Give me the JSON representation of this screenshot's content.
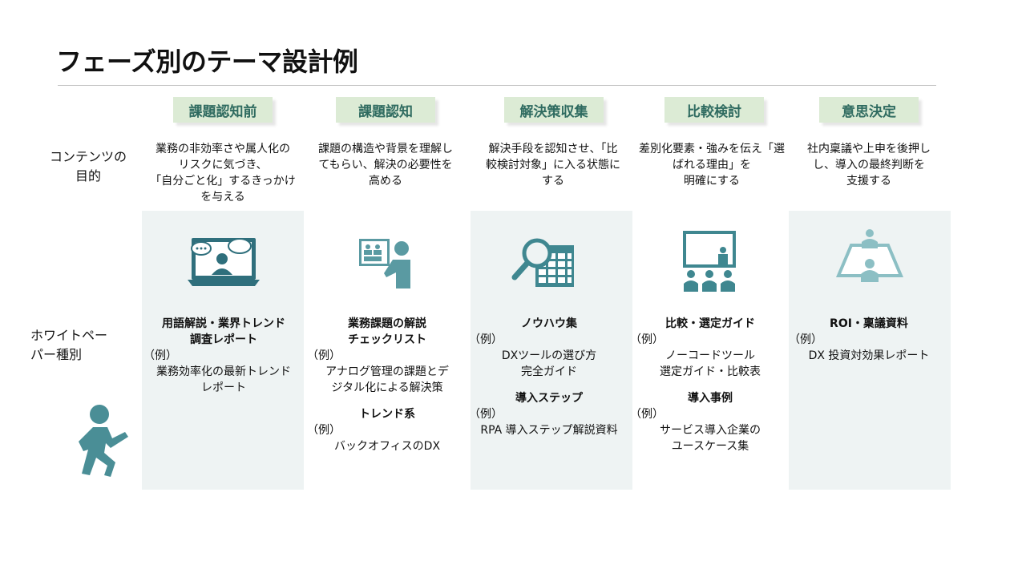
{
  "title": "フェーズ別のテーマ設計例",
  "row_labels": {
    "purpose": [
      "コンテンツの",
      "目的"
    ],
    "whitepaper": [
      "ホワイトペー",
      "パー種別"
    ]
  },
  "example_prefix": "（例）",
  "phases": [
    {
      "name": "課題認知前",
      "purpose": [
        "業務の非効率さや属人化の",
        "リスクに気づき、",
        "「自分ごと化」するきっかけ",
        "を与える"
      ],
      "items": [
        {
          "heading": [
            "用語解説・業界トレンド",
            "調査レポート"
          ],
          "example": [
            "業務効率化の最新トレンド",
            "レポート"
          ]
        }
      ]
    },
    {
      "name": "課題認知",
      "purpose": [
        "課題の構造や背景を理解し",
        "てもらい、解決の必要性を",
        "高める"
      ],
      "items": [
        {
          "heading": [
            "業務課題の解説",
            "チェックリスト"
          ],
          "example": [
            "アナログ管理の課題とデ",
            "ジタル化による解決策"
          ]
        },
        {
          "heading": [
            "トレンド系"
          ],
          "example": [
            "バックオフィスのDX"
          ]
        }
      ]
    },
    {
      "name": "解決策収集",
      "purpose": [
        "解決手段を認知させ、「比",
        "較検討対象」に入る状態に",
        "する"
      ],
      "items": [
        {
          "heading": [
            "ノウハウ集"
          ],
          "example": [
            "DXツールの選び方",
            "完全ガイド"
          ]
        },
        {
          "heading": [
            "導入ステップ"
          ],
          "example": [
            "RPA 導入ステップ解説資料"
          ]
        }
      ]
    },
    {
      "name": "比較検討",
      "purpose": [
        "差別化要素・強みを伝え「選",
        "ばれる理由」を",
        "明確にする"
      ],
      "items": [
        {
          "heading": [
            "比較・選定ガイド"
          ],
          "example": [
            "ノーコードツール",
            "選定ガイド・比較表"
          ]
        },
        {
          "heading": [
            "導入事例"
          ],
          "example": [
            "サービス導入企業の",
            "ユースケース集"
          ]
        }
      ]
    },
    {
      "name": "意思決定",
      "purpose": [
        "社内稟議や上申を後押し",
        "し、導入の最終判断を",
        "支援する"
      ],
      "items": [
        {
          "heading": [
            "ROI・稟議資料"
          ],
          "example": [
            "DX 投資対効果レポート"
          ]
        }
      ]
    }
  ],
  "colors": {
    "accent": "#4a8e96",
    "tag_bg": "#dcebd5",
    "tag_text": "#2f6b60",
    "column_bg": "#eef3f3"
  }
}
